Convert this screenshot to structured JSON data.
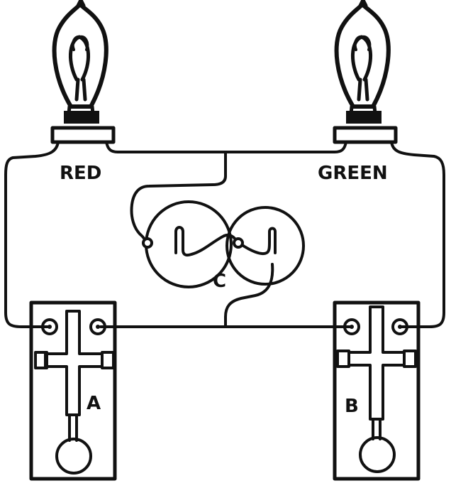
{
  "labels": {
    "lamp_left": "RED",
    "lamp_right": "GREEN",
    "bell": "C",
    "switch_left": "A",
    "switch_right": "B"
  },
  "colors": {
    "ink": "#111111",
    "paper": "#ffffff"
  }
}
